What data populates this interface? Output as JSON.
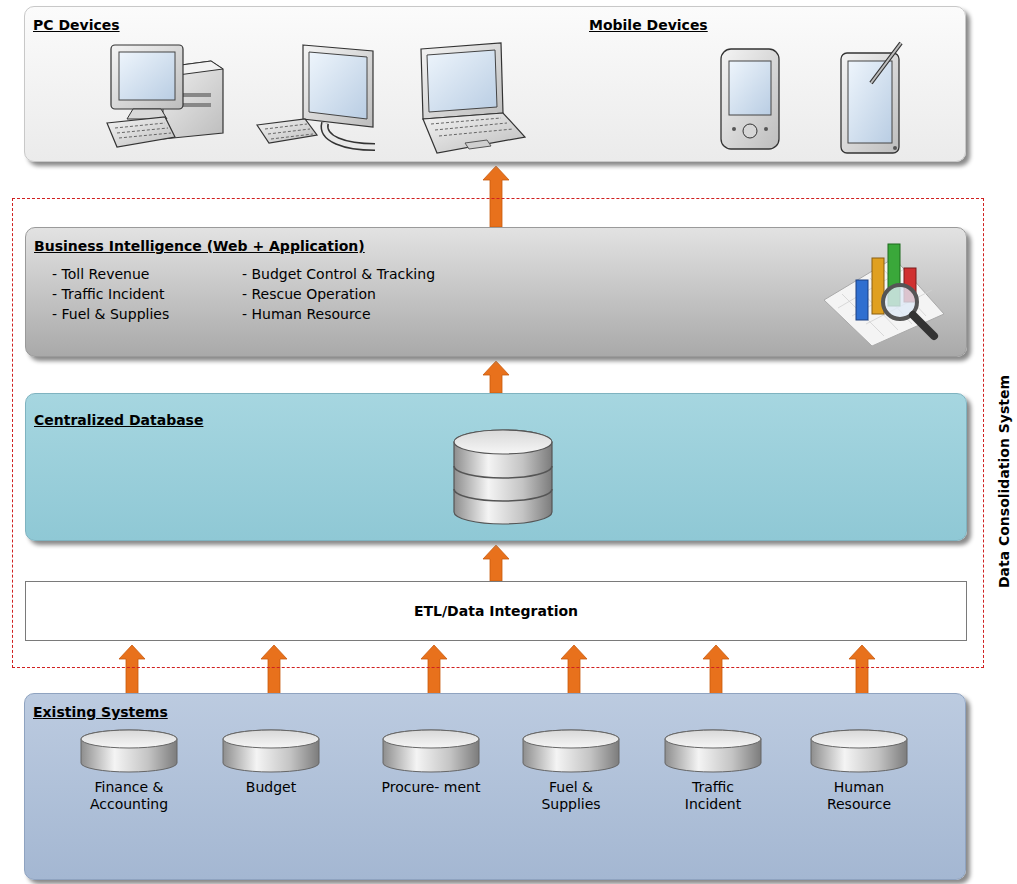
{
  "diagram": {
    "nodes": [
      {
        "text": [
          "PC Devices",
          "Mobile Devices"
        ]
      },
      {
        "text": [
          "Data Consolidation System"
        ]
      },
      {
        "text": [
          "Business Intelligence (Web + Application)",
          "- Toll Revenue",
          "- Traffic Incident",
          "- Fuel & Supplies",
          "- Budget Control & Tracking",
          "- Rescue Operation",
          "- Human Resource"
        ],
        "in": 1
      },
      {
        "text": [
          "Centralized Database"
        ],
        "in": 1
      },
      {
        "text": [
          "ETL/Data Integration"
        ],
        "in": 1
      },
      {
        "text": [
          "Existing Systems"
        ]
      },
      {
        "text": [
          "Finance & Accounting"
        ],
        "in": 5
      },
      {
        "text": [
          "Budget"
        ],
        "in": 5
      },
      {
        "text": [
          "Procure- ment"
        ],
        "in": 5
      },
      {
        "text": [
          "Fuel & Supplies"
        ],
        "in": 5
      },
      {
        "text": [
          "Traffic Incident"
        ],
        "in": 5
      },
      {
        "text": [
          "Human Resource"
        ],
        "in": 5
      }
    ],
    "edges": [
      {
        "from": 6,
        "to": 4,
        "arrow": "to"
      },
      {
        "from": 7,
        "to": 4,
        "arrow": "to"
      },
      {
        "from": 8,
        "to": 4,
        "arrow": "to"
      },
      {
        "from": 9,
        "to": 4,
        "arrow": "to"
      },
      {
        "from": 10,
        "to": 4,
        "arrow": "to"
      },
      {
        "from": 11,
        "to": 4,
        "arrow": "to"
      },
      {
        "from": 4,
        "to": 3,
        "arrow": "to"
      },
      {
        "from": 3,
        "to": 2,
        "arrow": "to"
      },
      {
        "from": 2,
        "to": 0,
        "arrow": "to"
      }
    ]
  }
}
